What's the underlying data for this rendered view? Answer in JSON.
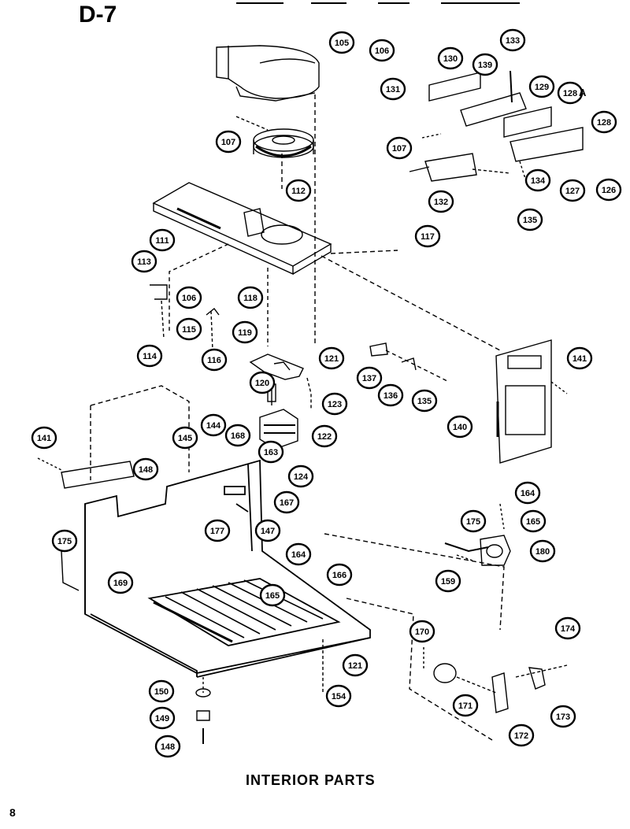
{
  "page_id": "D-7",
  "caption": "INTERIOR PARTS",
  "page_number": "8",
  "callout_labels": [
    "105",
    "106",
    "107",
    "112",
    "111",
    "117",
    "113",
    "106",
    "115",
    "114",
    "116",
    "118",
    "119",
    "120",
    "121",
    "123",
    "122",
    "124",
    "137",
    "136",
    "135",
    "140",
    "141",
    "141",
    "144",
    "145",
    "168",
    "163",
    "148",
    "167",
    "177",
    "147",
    "164",
    "165",
    "166",
    "175",
    "169",
    "150",
    "149",
    "148",
    "121",
    "154",
    "164",
    "165",
    "175",
    "159",
    "180",
    "170",
    "171",
    "172",
    "173",
    "174",
    "130",
    "131",
    "139",
    "133",
    "129",
    "128",
    "128",
    "127",
    "126",
    "107",
    "132",
    "134",
    "135"
  ],
  "sub_label": "A",
  "colors": {
    "ink": "#000000",
    "paper": "#ffffff"
  }
}
